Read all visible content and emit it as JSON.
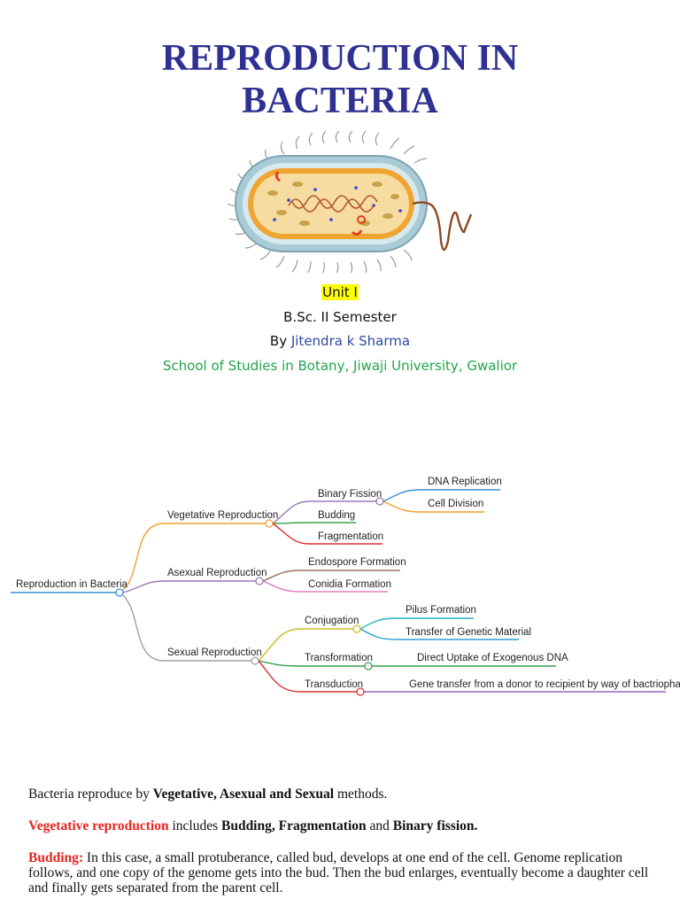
{
  "title": {
    "line1": "REPRODUCTION IN",
    "line2": "BACTERIA"
  },
  "info": {
    "unit": "Unit I",
    "semester": "B.Sc. II Semester",
    "by_prefix": "By ",
    "author": "Jitendra k Sharma",
    "school": "School of Studies in Botany, Jiwaji University, Gwalior"
  },
  "mindmap": {
    "root": "Reproduction in Bacteria",
    "vegetative": "Vegetative Reproduction",
    "binary_fission": "Binary Fission",
    "dna_replication": "DNA Replication",
    "cell_division": "Cell Division",
    "budding": "Budding",
    "fragmentation": "Fragmentation",
    "asexual": "Asexual Reproduction",
    "endospore": "Endospore Formation",
    "conidia": "Conidia Formation",
    "sexual": "Sexual Reproduction",
    "conjugation": "Conjugation",
    "pilus": "Pilus Formation",
    "transfer_material": "Transfer of Genetic Material",
    "transformation": "Transformation",
    "direct_uptake": "Direct Uptake of Exogenous DNA",
    "transduction": "Transduction",
    "gene_transfer": "Gene transfer from a donor to recipient by way of bactriophage."
  },
  "text": {
    "p1_a": "Bacteria reproduce by ",
    "p1_b": "Vegetative, Asexual and Sexual",
    "p1_c": " methods.",
    "p2_a": "Vegetative reproduction",
    "p2_b": " includes ",
    "p2_c": "Budding, Fragmentation",
    "p2_d": " and ",
    "p2_e": "Binary fission.",
    "p3_a": "Budding:",
    "p3_b": " In this case, a small protuberance, called bud, develops at one end of the cell. Genome replication follows, and one copy of the genome gets into the bud. Then the bud enlarges, eventually become a daughter cell and finally gets separated from the parent cell."
  }
}
